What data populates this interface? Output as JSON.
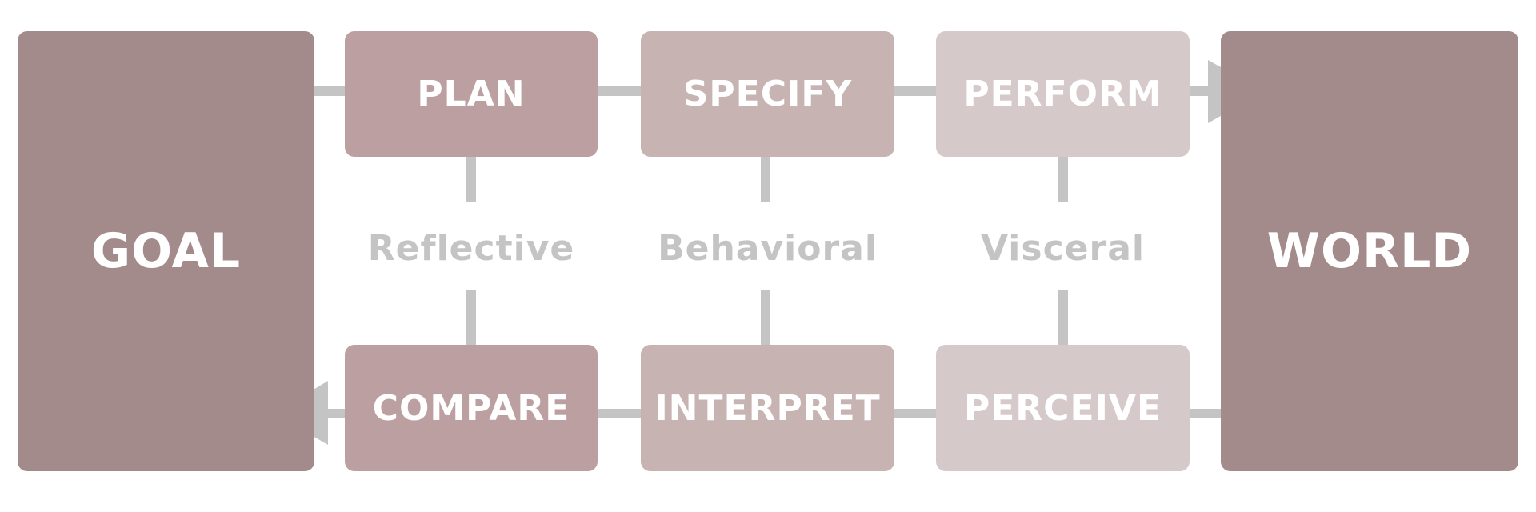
{
  "colors": {
    "goal_world": "#a38a8b",
    "plan_compare": "#bca0a1",
    "specify_interpret": "#c8b3b3",
    "perform_perceive": "#d6c9c9",
    "connector": "#c4c4c4",
    "level_text": "#c4c4c4",
    "box_text": "#ffffff"
  },
  "goal": {
    "label": "GOAL"
  },
  "world": {
    "label": "WORLD"
  },
  "execution": {
    "plan": {
      "label": "PLAN"
    },
    "specify": {
      "label": "SPECIFY"
    },
    "perform": {
      "label": "PERFORM"
    }
  },
  "evaluation": {
    "compare": {
      "label": "COMPARE"
    },
    "interpret": {
      "label": "INTERPRET"
    },
    "perceive": {
      "label": "PERCEIVE"
    }
  },
  "levels": {
    "reflective": "Reflective",
    "behavioral": "Behavioral",
    "visceral": "Visceral"
  }
}
